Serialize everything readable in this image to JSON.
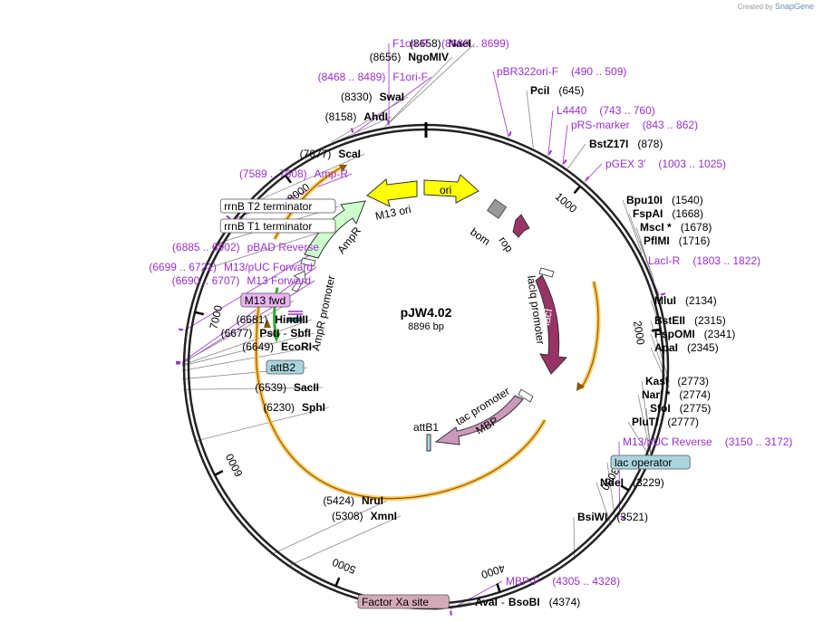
{
  "credit": {
    "prefix": "Created by",
    "brand": "SnapGene"
  },
  "plasmid": {
    "name": "pJW4.02",
    "size": "8896 bp",
    "length": 8896
  },
  "ticks": [
    "1000",
    "2000",
    "3000",
    "4000",
    "5000",
    "6000",
    "7000",
    "8000"
  ],
  "sites": [
    {
      "name": "NaeI",
      "pos": "(8658)",
      "side": "L",
      "kind": "enzyme"
    },
    {
      "name": "NgoMIV",
      "pos": "(8656)",
      "side": "L",
      "kind": "enzyme"
    },
    {
      "name": "F1ori-F",
      "pos": "(8468 .. 8489)",
      "side": "L",
      "kind": "primer"
    },
    {
      "name": "SwaI",
      "pos": "(8330)",
      "side": "L",
      "kind": "enzyme"
    },
    {
      "name": "AhdI",
      "pos": "(8158)",
      "side": "L",
      "kind": "enzyme"
    },
    {
      "name": "ScaI",
      "pos": "(7677)",
      "side": "L",
      "kind": "enzyme"
    },
    {
      "name": "Amp-R",
      "pos": "(7589 .. 7608)",
      "side": "L",
      "kind": "primer"
    },
    {
      "name": "rrnB T2 terminator",
      "pos": "",
      "side": "L",
      "kind": "feature"
    },
    {
      "name": "rrnB T1 terminator",
      "pos": "",
      "side": "L",
      "kind": "feature"
    },
    {
      "name": "pBAD Reverse",
      "pos": "(6885 .. 6902)",
      "side": "L",
      "kind": "primer"
    },
    {
      "name": "M13/pUC Forward",
      "pos": "(6699 .. 6721)",
      "side": "L",
      "kind": "primer"
    },
    {
      "name": "M13 Forward",
      "pos": "(6690 .. 6707)",
      "side": "L",
      "kind": "primer"
    },
    {
      "name": "M13 fwd",
      "pos": "",
      "side": "L",
      "kind": "fwd"
    },
    {
      "name": "HindIII",
      "pos": "(6681)",
      "side": "L",
      "kind": "enzyme"
    },
    {
      "name": "PstI",
      "name2": "SbfI",
      "pos": "(6677)",
      "side": "L",
      "kind": "enzyme2"
    },
    {
      "name": "EcoRI",
      "pos": "(6649)",
      "side": "L",
      "kind": "enzyme"
    },
    {
      "name": "attB2",
      "pos": "",
      "side": "L",
      "kind": "att"
    },
    {
      "name": "SacII",
      "pos": "(6539)",
      "side": "L",
      "kind": "enzyme"
    },
    {
      "name": "SphI",
      "pos": "(6230)",
      "side": "L",
      "kind": "enzyme"
    },
    {
      "name": "NruI",
      "pos": "(5424)",
      "side": "L",
      "kind": "enzyme"
    },
    {
      "name": "XmnI",
      "pos": "(5308)",
      "side": "L",
      "kind": "enzyme"
    },
    {
      "name": "F1ori-R",
      "pos": "(8680 .. 8699)",
      "side": "R",
      "kind": "primer"
    },
    {
      "name": "pBR322ori-F",
      "pos": "(490 .. 509)",
      "side": "R",
      "kind": "primer"
    },
    {
      "name": "PciI",
      "pos": "(645)",
      "side": "R",
      "kind": "enzyme"
    },
    {
      "name": "L4440",
      "pos": "(743 .. 760)",
      "side": "R",
      "kind": "primer"
    },
    {
      "name": "pRS-marker",
      "pos": "(843 .. 862)",
      "side": "R",
      "kind": "primer"
    },
    {
      "name": "BstZ17I",
      "pos": "(878)",
      "side": "R",
      "kind": "enzyme"
    },
    {
      "name": "pGEX 3'",
      "pos": "(1003 .. 1025)",
      "side": "R",
      "kind": "primer"
    },
    {
      "name": "Bpu10I",
      "pos": "(1540)",
      "side": "R",
      "kind": "enzyme"
    },
    {
      "name": "FspAI",
      "pos": "(1668)",
      "side": "R",
      "kind": "enzyme"
    },
    {
      "name": "MscI *",
      "pos": "(1678)",
      "side": "R",
      "kind": "enzyme"
    },
    {
      "name": "PflMI",
      "pos": "(1716)",
      "side": "R",
      "kind": "enzyme"
    },
    {
      "name": "LacI-R",
      "pos": "(1803 .. 1822)",
      "side": "R",
      "kind": "primer"
    },
    {
      "name": "MluI",
      "pos": "(2134)",
      "side": "R",
      "kind": "enzyme"
    },
    {
      "name": "BstEII",
      "pos": "(2315)",
      "side": "R",
      "kind": "enzyme"
    },
    {
      "name": "PspOMI",
      "pos": "(2341)",
      "side": "R",
      "kind": "enzyme"
    },
    {
      "name": "ApaI",
      "pos": "(2345)",
      "side": "R",
      "kind": "enzyme"
    },
    {
      "name": "KasI",
      "pos": "(2773)",
      "side": "R",
      "kind": "enzyme"
    },
    {
      "name": "NarI *",
      "pos": "(2774)",
      "side": "R",
      "kind": "enzyme"
    },
    {
      "name": "SfoI",
      "pos": "(2775)",
      "side": "R",
      "kind": "enzyme"
    },
    {
      "name": "PluTI",
      "pos": "(2777)",
      "side": "R",
      "kind": "enzyme"
    },
    {
      "name": "M13/pUC Reverse",
      "pos": "(3150 .. 3172)",
      "side": "R",
      "kind": "primer"
    },
    {
      "name": "lac operator",
      "pos": "",
      "side": "R",
      "kind": "lacop"
    },
    {
      "name": "NdeI",
      "pos": "(3229)",
      "side": "R",
      "kind": "enzyme"
    },
    {
      "name": "BsiWI",
      "pos": "(3521)",
      "side": "R",
      "kind": "enzyme"
    },
    {
      "name": "MBP-F",
      "pos": "(4305 .. 4328)",
      "side": "R",
      "kind": "primer"
    },
    {
      "name": "AvaI",
      "name2": "BsoBI",
      "pos": "(4374)",
      "side": "R",
      "kind": "enzyme2"
    },
    {
      "name": "Factor Xa site",
      "pos": "",
      "side": "R",
      "kind": "fxa"
    }
  ],
  "features": {
    "ori": "ori",
    "m13ori": "M13 ori",
    "ampr": "AmpR",
    "amprPromoter": "AmpR promoter",
    "bom": "bom",
    "rop": "rop",
    "lacI": "lacI",
    "lacIqPromoter": "lacIq promoter",
    "tacPromoter": "tac promoter",
    "mbp": "MBP",
    "attB1": "attB1"
  },
  "colors": {
    "primer": "#9b2fd0",
    "ori": "#ffff00",
    "ampr": "#ccffcc",
    "lacI": "#993366",
    "mbp": "#cc99bb",
    "rop": "#993366",
    "bom": "#999999",
    "orf": "#ffcc66",
    "fwdBox": "#e8b4f0",
    "attBox": "#a9d5df",
    "fxaBox": "#d4aab8"
  }
}
